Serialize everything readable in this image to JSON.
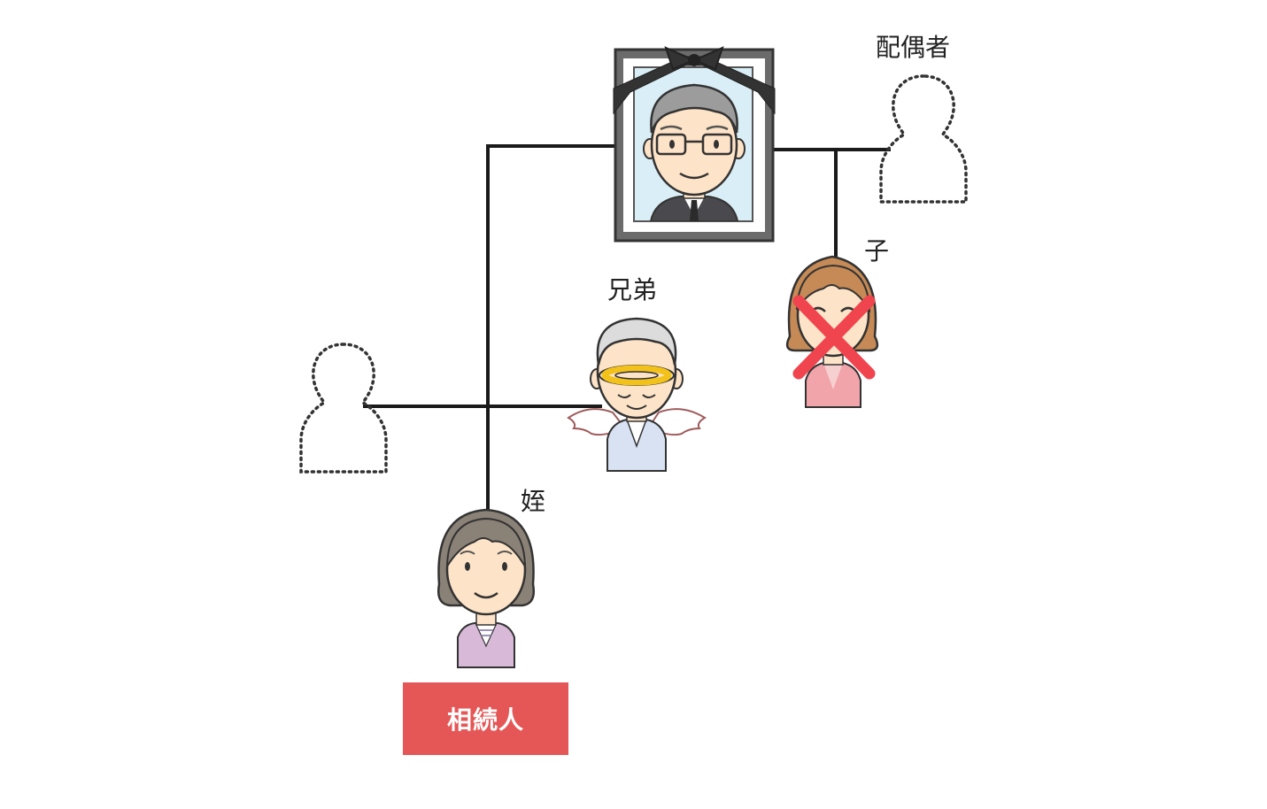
{
  "labels": {
    "spouse": "配偶者",
    "child": "子",
    "sibling": "兄弟",
    "nephew_niece": "姪",
    "heir": "相続人"
  },
  "colors": {
    "line": "#1a1a1a",
    "heir_box": "#e55757",
    "cross": "#f0444e",
    "frame": "#6b6b6b",
    "frame_inner": "#d9eef6",
    "halo": "#f3c21a",
    "placeholder_outline": "#333333"
  },
  "icons": {
    "deceased": "memorial-portrait-icon",
    "spouse": "unknown-person-outline-icon",
    "sibling_spouse": "unknown-person-outline-icon",
    "sibling": "angel-person-icon",
    "child": "crossed-out-person-icon",
    "nephew_niece": "woman-person-icon"
  }
}
